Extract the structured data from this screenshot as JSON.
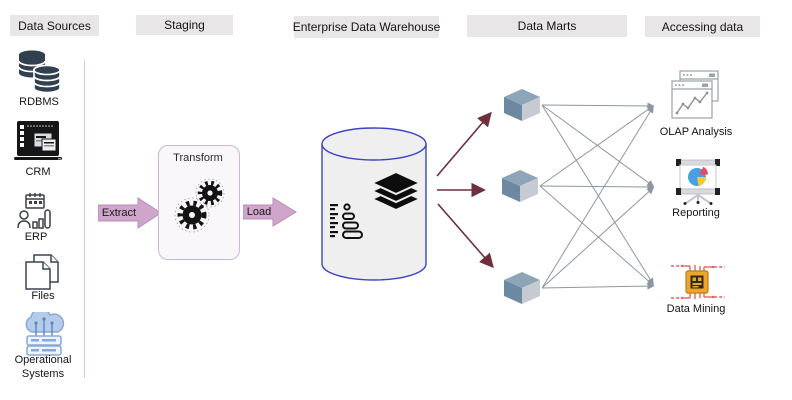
{
  "headers": {
    "data_sources": "Data Sources",
    "staging": "Staging",
    "edw": "Enterprise Data Warehouse",
    "data_marts": "Data Marts",
    "accessing": "Accessing data"
  },
  "sources": {
    "rdbms": "RDBMS",
    "crm": "CRM",
    "erp": "ERP",
    "files": "Files",
    "operational": "Operational Systems"
  },
  "etl": {
    "extract": "Extract",
    "transform": "Transform",
    "load": "Load"
  },
  "access": {
    "olap": "OLAP Analysis",
    "reporting": "Reporting",
    "mining": "Data Mining"
  },
  "icons": {
    "rdbms": "database-stack-icon",
    "crm": "crm-terminal-icon",
    "erp": "erp-person-chart-icon",
    "files": "documents-icon",
    "operational": "cloud-servers-icon",
    "transform": "gears-icon",
    "warehouse": "database-cylinder-icon",
    "warehouse_inner": [
      "layers-icon",
      "data-list-icon"
    ],
    "marts": "cube-icon",
    "olap": "browser-windows-chart-icon",
    "reporting": "presentation-pie-chart-icon",
    "mining": "cpu-chip-circuit-icon"
  },
  "colors": {
    "header_bg": "#e9e6e7",
    "flow_arrow_fill": "#cfa5cb",
    "flow_arrow_stroke": "#b98cb6",
    "mart_arrow": "#6e2f3f",
    "access_line": "#8d97a1",
    "cylinder_stroke": "#3d45c2",
    "cylinder_fill": "#f0eff0",
    "cube_top": "#8ea4b8",
    "cube_left": "#6d89a1",
    "cube_right": "#c6cbd1",
    "source_icon_dark": "#31404f",
    "operational_blue": "#87a9d6",
    "transform_box_border": "#cbb9d6",
    "divider": "#dcc8d8",
    "pie_blue": "#4a9fe3",
    "pie_yellow": "#f5c93d",
    "pie_red": "#e8485a",
    "chip_gold": "#eda52b",
    "chip_trace_red": "#e36060"
  }
}
